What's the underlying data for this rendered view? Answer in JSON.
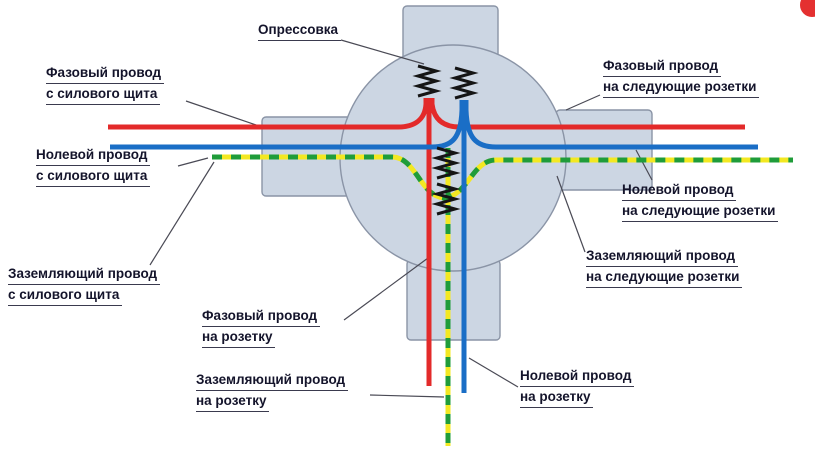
{
  "diagram": {
    "name": "junction-box-wiring-diagram",
    "labels": {
      "crimping": {
        "line1": "Опрессовка"
      },
      "phase_in": {
        "line1": "Фазовый провод",
        "line2": "с силового щита"
      },
      "neutral_in": {
        "line1": "Нолевой провод",
        "line2": "с силового щита"
      },
      "ground_in": {
        "line1": "Заземляющий провод",
        "line2": "с силового щита"
      },
      "phase_out": {
        "line1": "Фазовый провод",
        "line2": "на следующие розетки"
      },
      "neutral_out": {
        "line1": "Нолевой провод",
        "line2": "на следующие розетки"
      },
      "ground_out": {
        "line1": "Заземляющий провод",
        "line2": "на следующие розетки"
      },
      "phase_socket": {
        "line1": "Фазовый провод",
        "line2": "на розетку"
      },
      "ground_socket": {
        "line1": "Заземляющий провод",
        "line2": "на розетку"
      },
      "neutral_socket": {
        "line1": "Нолевой провод",
        "line2": "на розетку"
      }
    },
    "colors": {
      "phase": "#e32a2a",
      "neutral": "#1a6ec6",
      "ground_yellow": "#f3e822",
      "ground_green": "#1f9c3a",
      "box_fill": "#ccd6e3",
      "box_stroke": "#8a94a6",
      "badge": "#e43030"
    }
  }
}
